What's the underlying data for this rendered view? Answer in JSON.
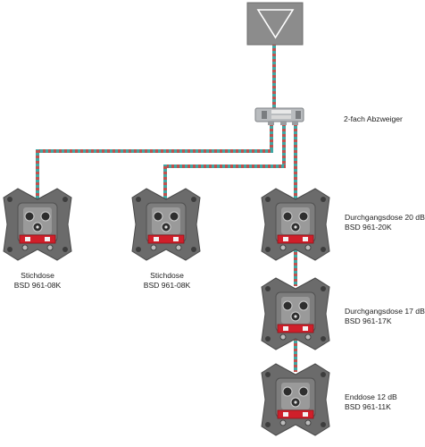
{
  "diagram": {
    "splitter": {
      "label": "2-fach Abzweiger"
    },
    "outlets": [
      {
        "name": "Stichdose",
        "model": "BSD 961-08K"
      },
      {
        "name": "Stichdose",
        "model": "BSD 961-08K"
      },
      {
        "name": "Durchgangsdose 20 dB",
        "model": "BSD 961-20K"
      },
      {
        "name": "Durchgangsdose 17 dB",
        "model": "BSD 961-17K"
      },
      {
        "name": "Enddose 12 dB",
        "model": "BSD 961-11K"
      }
    ],
    "colors": {
      "amplifier_box": "#8a8a8a",
      "cable_a": "#c0504d",
      "cable_b": "#3fa7a3",
      "plate": "#6b6b6b",
      "terminal": "#d01f2a"
    },
    "icons": [
      "amplifier-triangle-icon",
      "splitter-device",
      "antenna-socket-outlet"
    ]
  }
}
